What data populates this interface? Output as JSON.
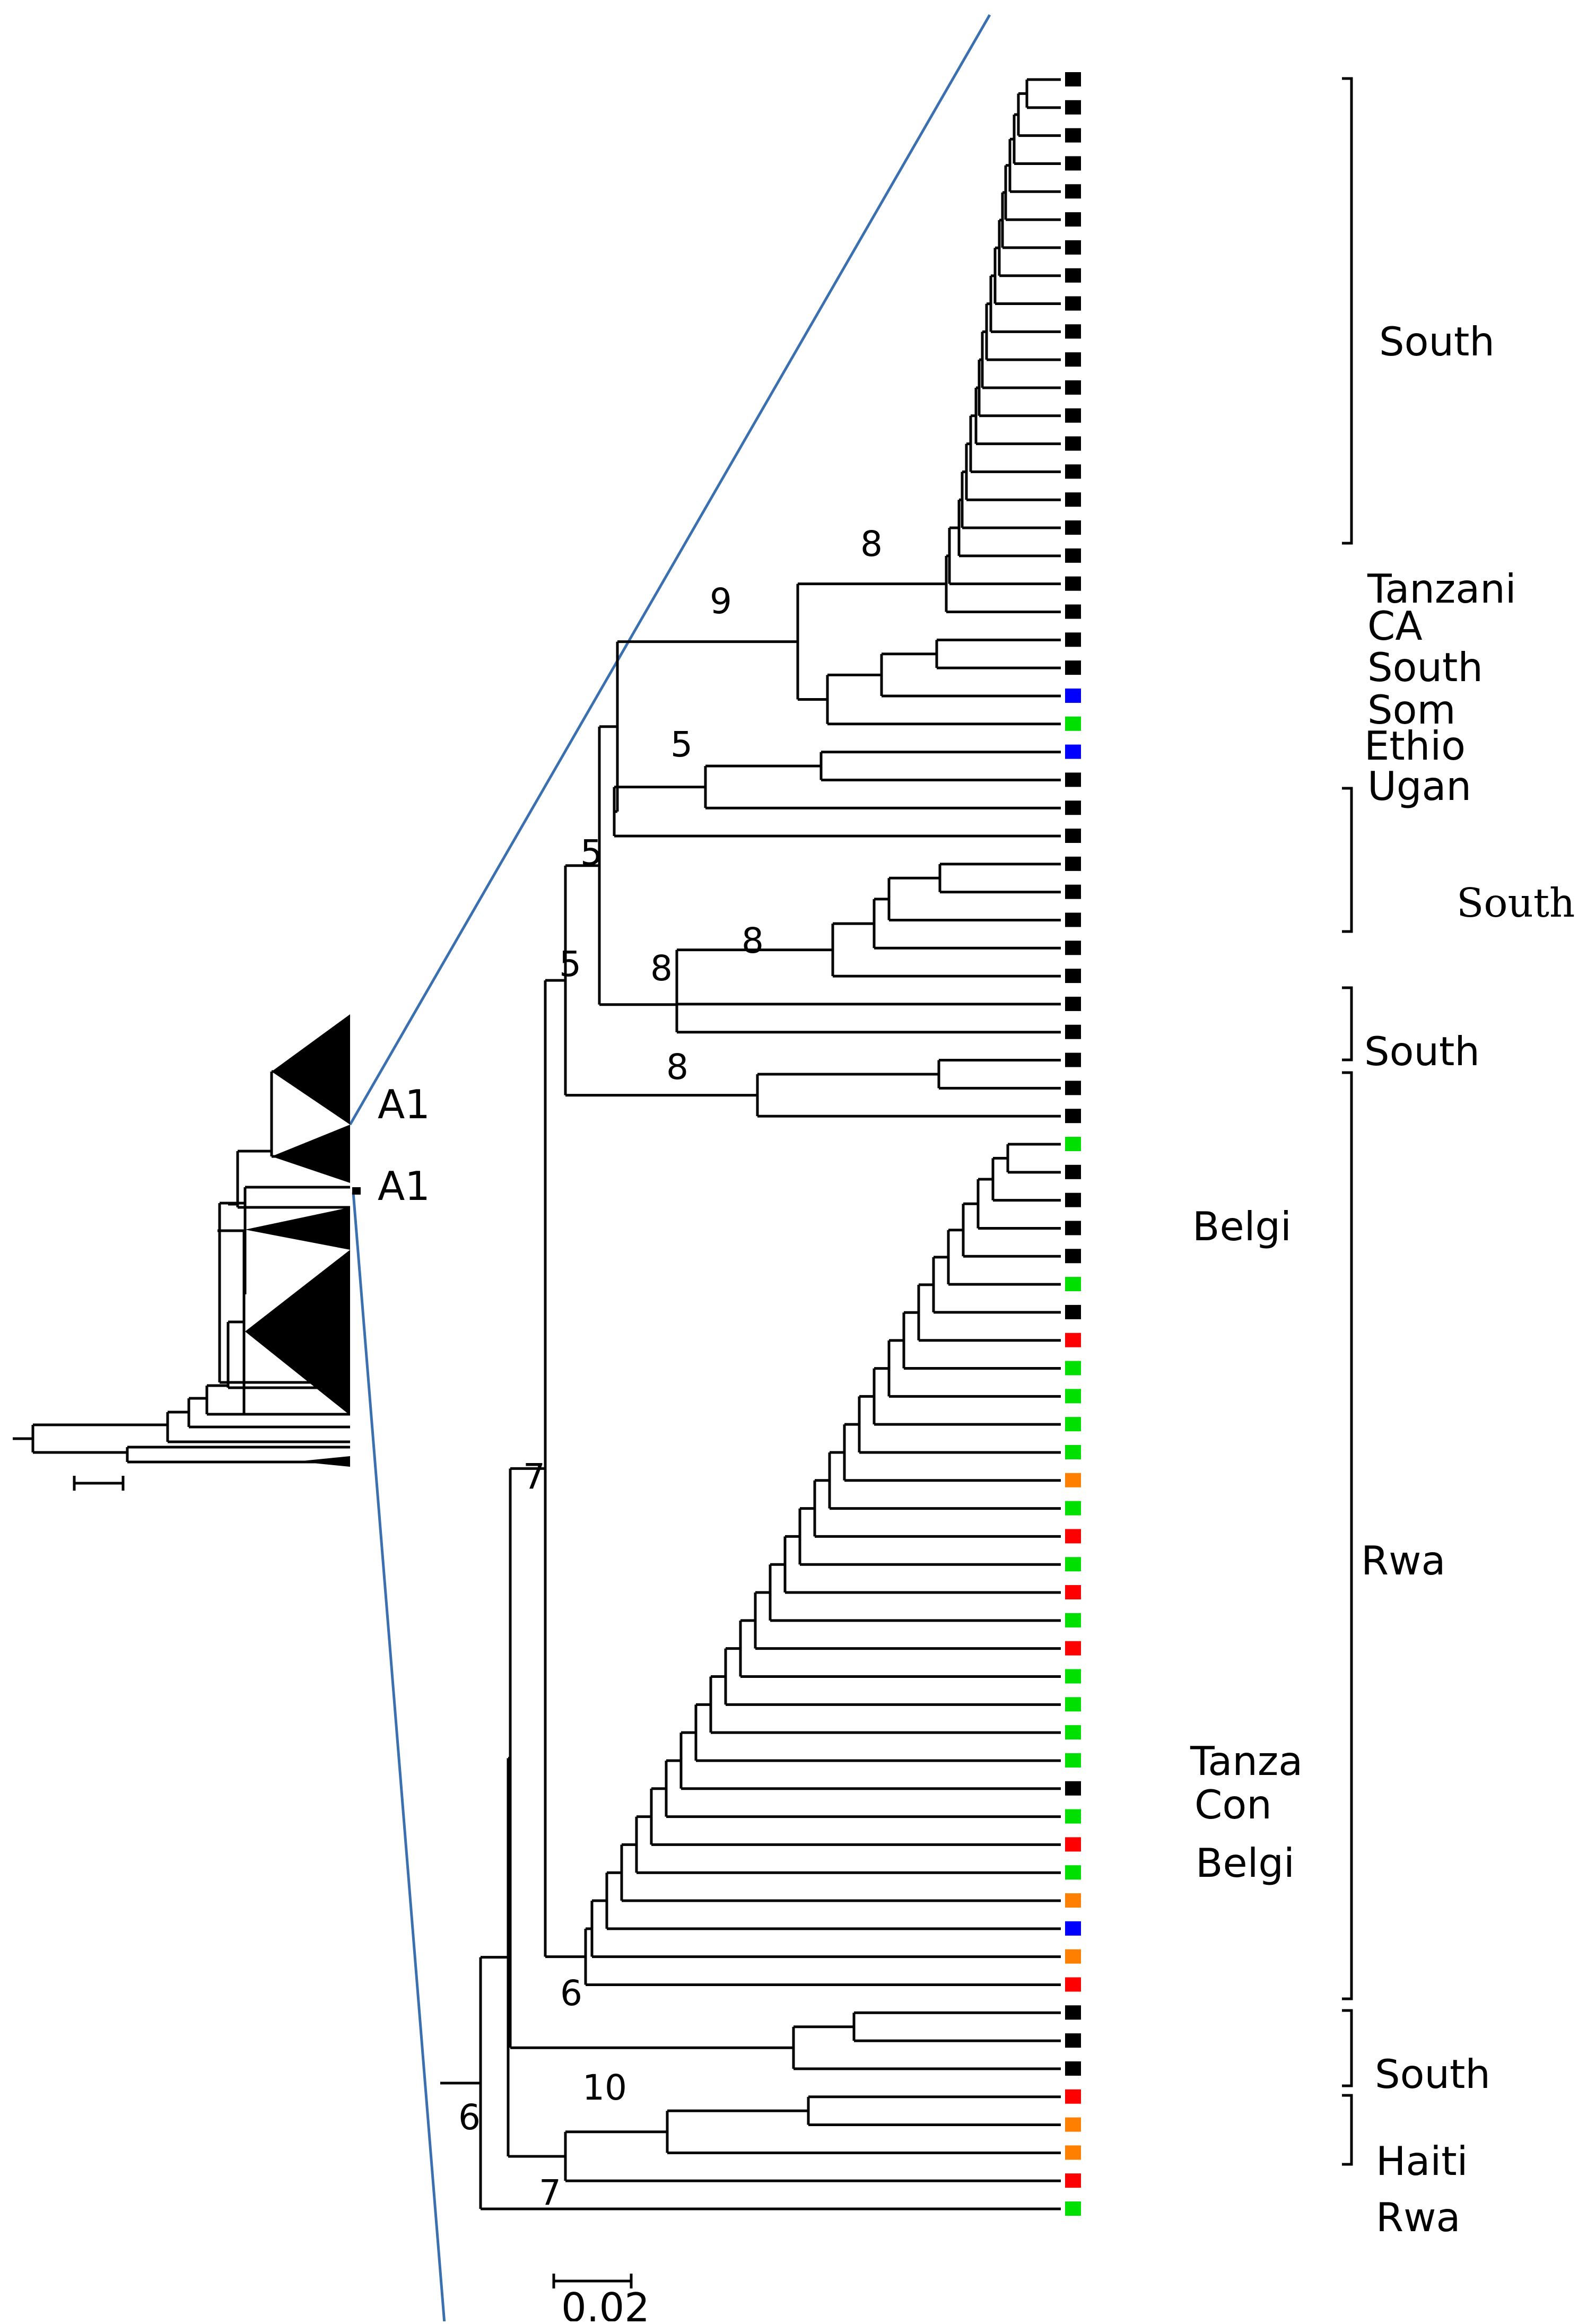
{
  "colors": {
    "black": "#000000",
    "blue": "#0000ff",
    "green": "#00e000",
    "red": "#ff0000",
    "orange": "#ff8000",
    "zoom_line": "#3a70b0"
  },
  "tip_colors": [
    "black",
    "black",
    "black",
    "black",
    "black",
    "black",
    "black",
    "black",
    "black",
    "black",
    "black",
    "black",
    "black",
    "black",
    "black",
    "black",
    "black",
    "black",
    "black",
    "black",
    "black",
    "black",
    "blue",
    "green",
    "blue",
    "black",
    "black",
    "black",
    "black",
    "black",
    "black",
    "black",
    "black",
    "black",
    "black",
    "black",
    "black",
    "black",
    "green",
    "black",
    "black",
    "black",
    "black",
    "green",
    "black",
    "red",
    "green",
    "green",
    "green",
    "green",
    "orange",
    "green",
    "red",
    "green",
    "red",
    "green",
    "red",
    "green",
    "green",
    "green",
    "green",
    "black",
    "green",
    "red",
    "green",
    "orange",
    "blue",
    "orange",
    "red",
    "black",
    "black",
    "black",
    "red",
    "orange",
    "orange",
    "red",
    "green"
  ],
  "support": {
    "s1": "8",
    "s2": "9",
    "s3": "5",
    "s4": "5",
    "s5": "5",
    "s6": "8",
    "s7": "8",
    "s8": "8",
    "s9": "7",
    "s10": "6",
    "s11": "10",
    "s12": "6",
    "s13": "7"
  },
  "clade_labels": {
    "south_top": "South",
    "tanzani": "Tanzani",
    "ca": "CA",
    "south_mid": "South",
    "som": "Som",
    "ethio": "Ethio",
    "ugan": "Ugan",
    "south_serif": "South",
    "south_small": "South",
    "belgi_top": "Belgi",
    "rwa_big": "Rwa",
    "tanza": "Tanza",
    "con": "Con",
    "belgi_bottom": "Belgi",
    "south_bottom": "South",
    "haiti": "Haiti",
    "rwa_bottom": "Rwa"
  },
  "overview": {
    "label_a": "A1",
    "label_b": "A1"
  },
  "scale_bar": {
    "label": "0.02"
  }
}
